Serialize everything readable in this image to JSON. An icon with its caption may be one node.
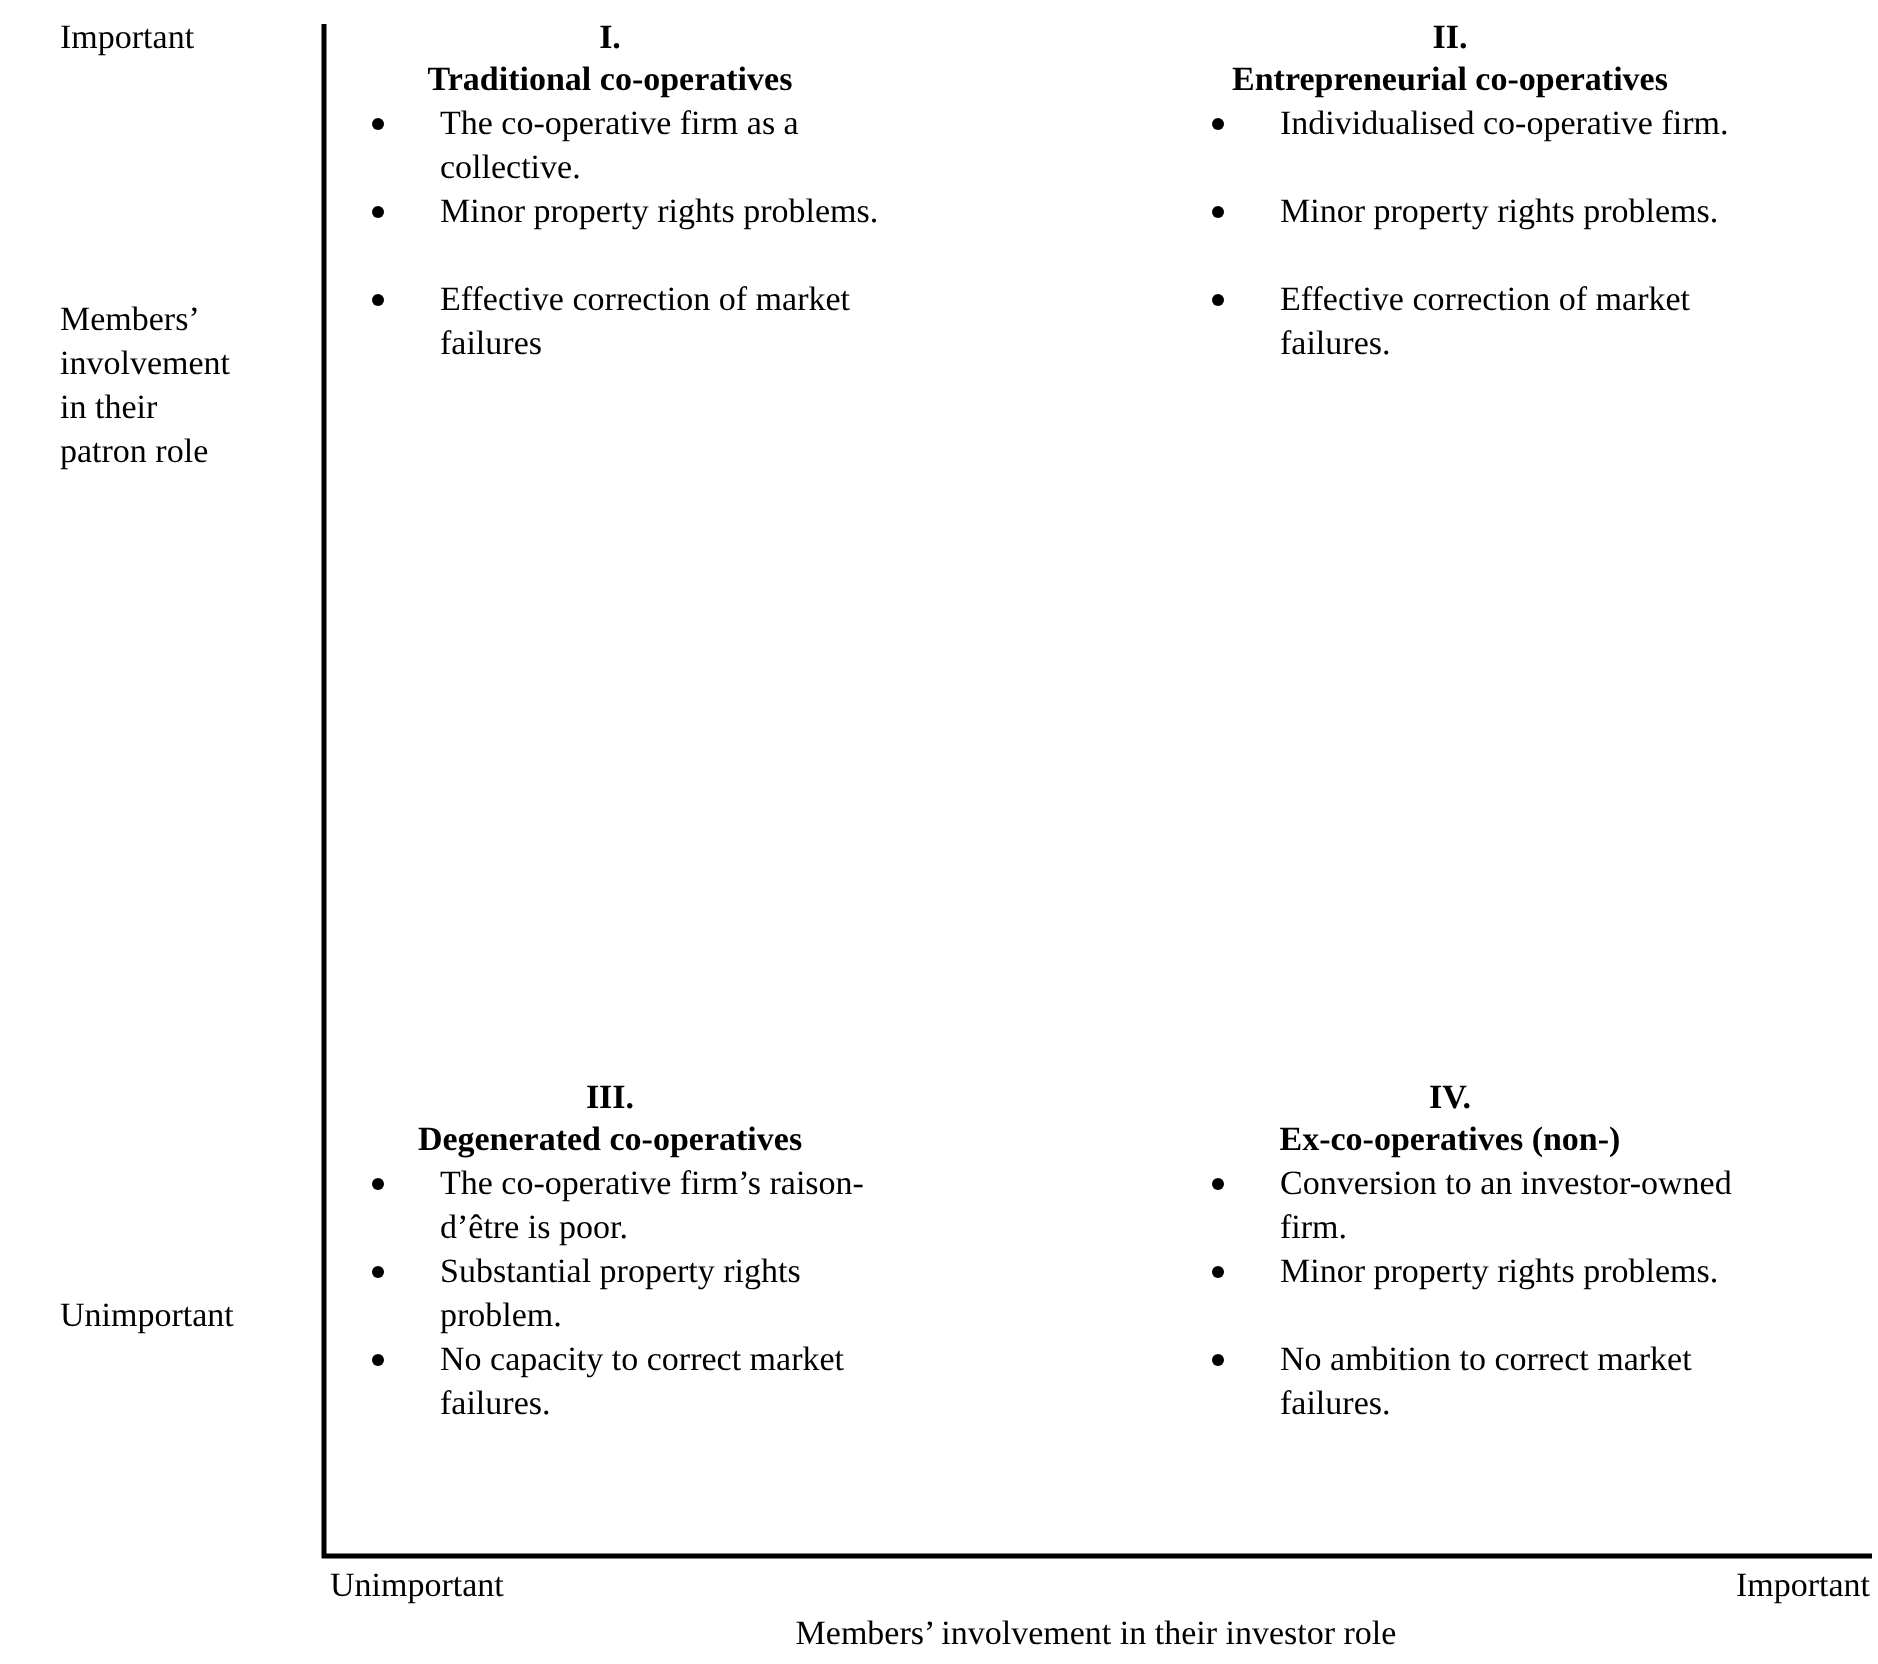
{
  "diagram": {
    "labels": [
      "Important",
      "I.",
      "Traditional co-operatives",
      "The co-operative firm as a collective.",
      "Minor property rights problems.",
      "Effective correction of market failures",
      "II.",
      "Entrepreneurial co-operatives",
      "Individualised co-operative firm.",
      "Minor property rights problems.",
      "Effective correction of market failures.",
      "Members’ involvement in their patron role",
      "III.",
      "Degenerated co-operatives",
      "The co-operative firm’s raison-d’être is poor.",
      "Unimportant",
      "Substantial property rights problem.",
      "No capacity to correct market failures.",
      "IV.",
      "Ex-co-operatives (non-)",
      "Conversion to an investor-owned firm.",
      "Minor property rights problems.",
      "No ambition to correct market failures.",
      "Unimportant",
      "Important",
      "Members’ involvement in their investor role"
    ]
  }
}
